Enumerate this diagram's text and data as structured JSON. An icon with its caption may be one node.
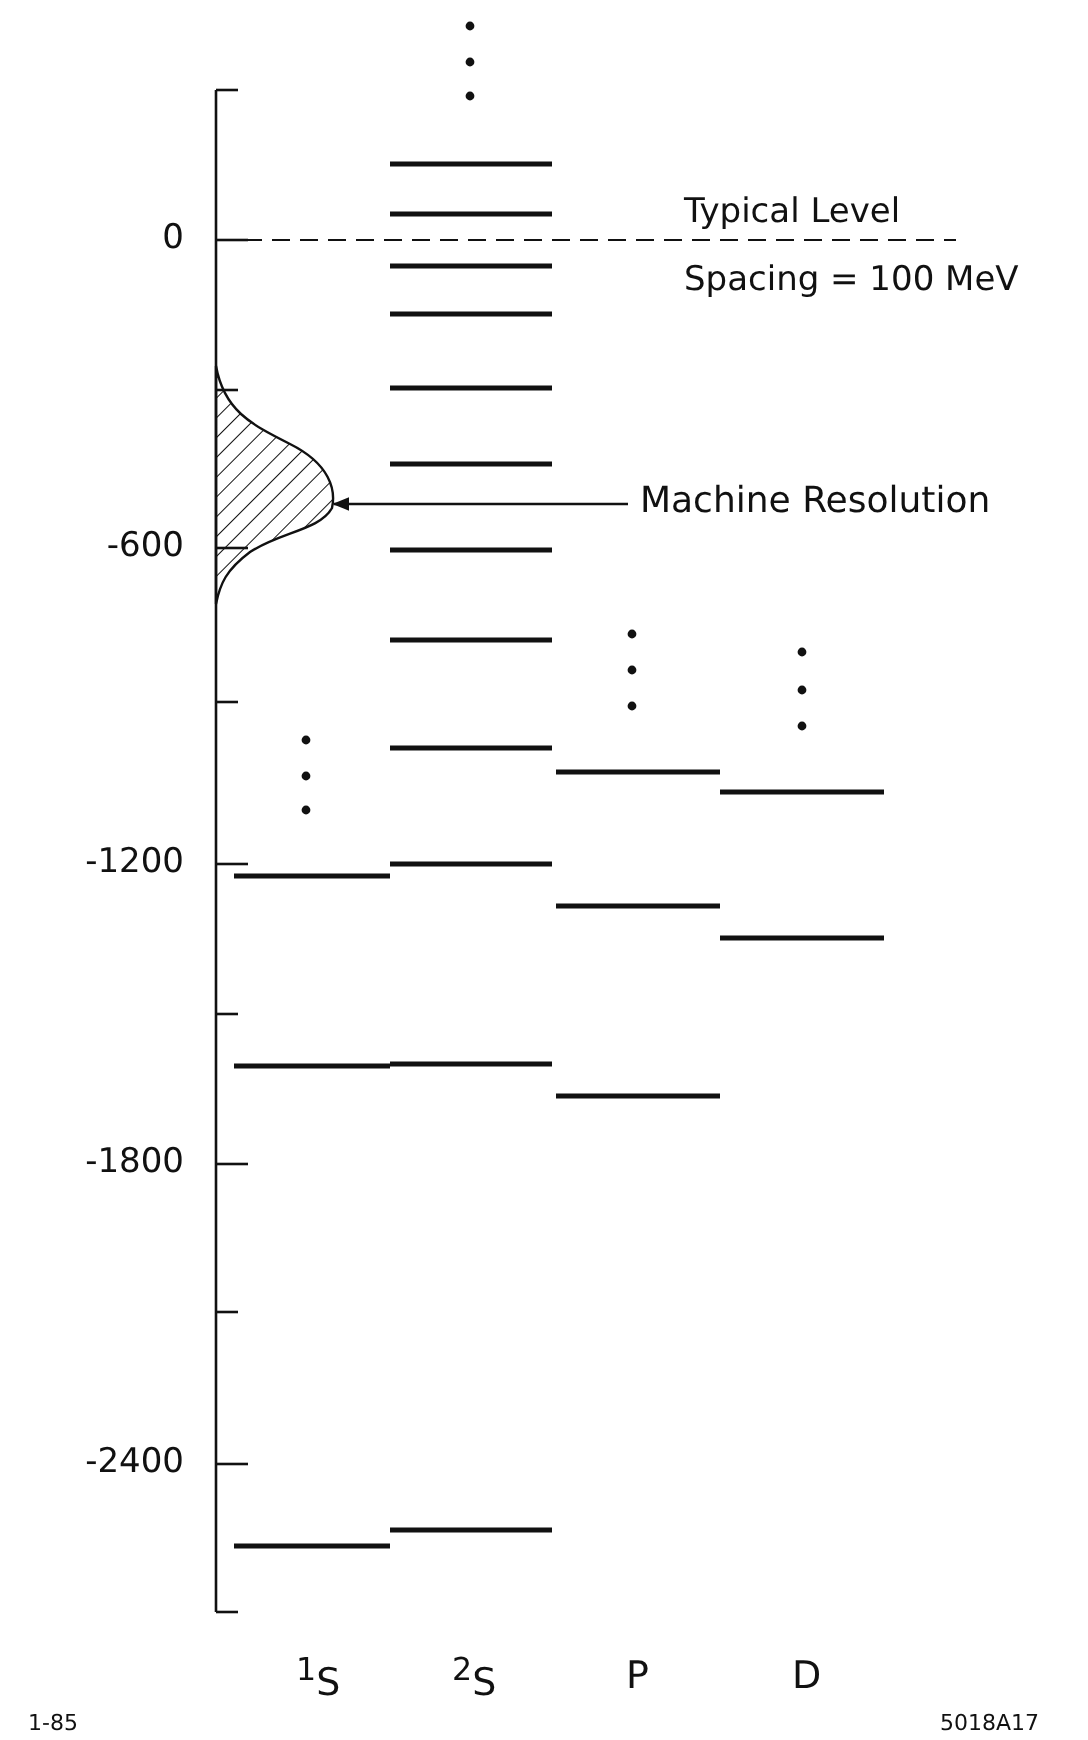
{
  "diagram": {
    "nodes": [
      {
        "text": [
          "Machine Resolution"
        ]
      },
      {
        "text": [],
        "shape": "curve"
      }
    ],
    "edges": [
      {
        "from": 0,
        "to": 1,
        "arrow": "to"
      }
    ],
    "labels": [
      "Typical Level Spacing = 100 MeV",
      "0",
      "-600",
      "-1200",
      "-1800",
      "-2400",
      "$^{1}$S",
      "$^{2}$S",
      "P",
      "D",
      "1-85",
      "5018A17"
    ]
  }
}
